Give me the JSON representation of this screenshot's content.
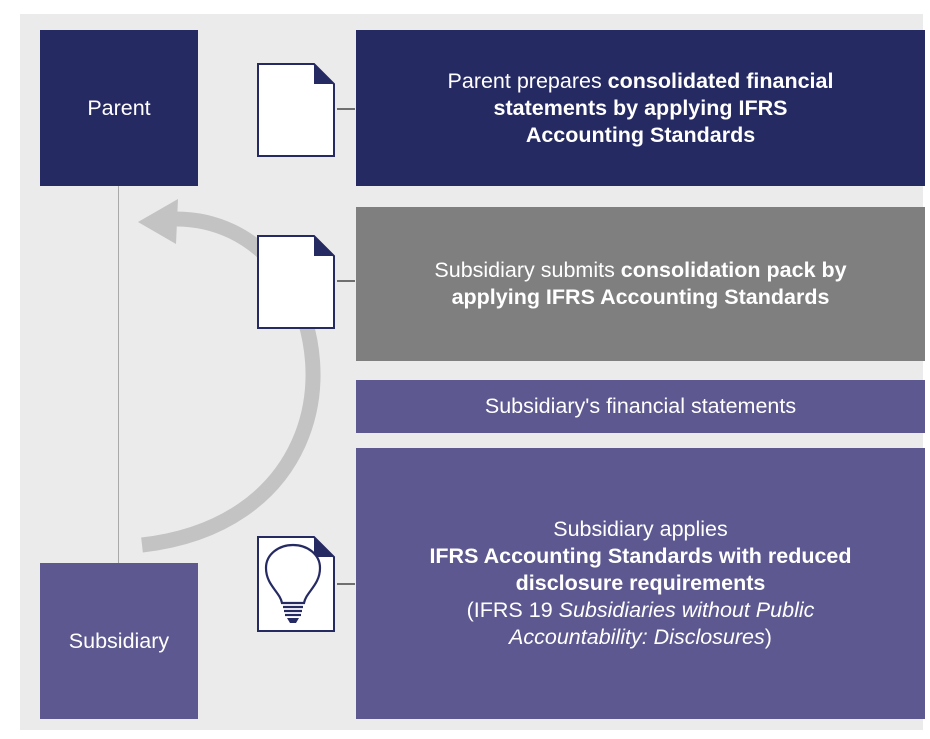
{
  "parent": {
    "label": "Parent"
  },
  "subsidiary": {
    "label": "Subsidiary"
  },
  "rows": [
    {
      "plain": "Parent prepares ",
      "bold": "consolidated financial statements by applying IFRS Accounting Standards"
    },
    {
      "plain": "Subsidiary submits ",
      "bold": "consolidation pack by applying IFRS Accounting Standards"
    },
    {
      "text": "Subsidiary's financial statements"
    },
    {
      "line1": "Subsidiary applies",
      "bold": "IFRS Accounting Standards with reduced disclosure requirements",
      "paren_open": "(IFRS 19 ",
      "italic": "Subsidiaries without Public Accountability: Disclosures",
      "paren_close": ")"
    }
  ],
  "colors": {
    "navy": "#262a63",
    "grey": "#7f7f7f",
    "purple": "#5d5990",
    "arrow": "#c3c3c3",
    "panel": "#ebebeb"
  },
  "icons": [
    "document-icon",
    "document-icon",
    "lightbulb-document-icon"
  ]
}
